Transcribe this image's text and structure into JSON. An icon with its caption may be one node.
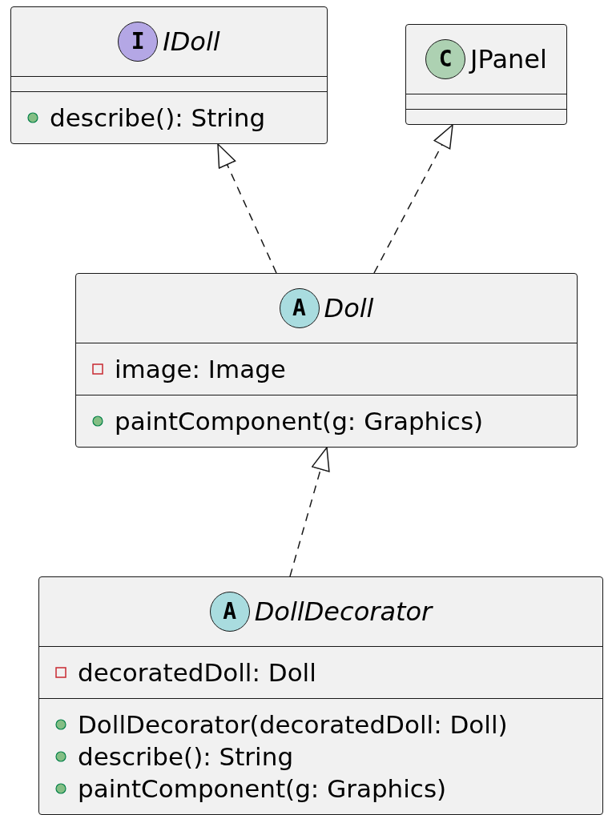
{
  "diagram": {
    "nodes": [
      {
        "text": [
          "I",
          "IDoll",
          "describe(): String"
        ]
      },
      {
        "text": [
          "C",
          "JPanel"
        ]
      },
      {
        "text": [
          "A",
          "Doll",
          "image: Image",
          "paintComponent(g: Graphics)"
        ]
      },
      {
        "text": [
          "A",
          "DollDecorator",
          "decoratedDoll: Doll",
          "DollDecorator(decoratedDoll: Doll)",
          "describe(): String",
          "paintComponent(g: Graphics)"
        ]
      }
    ],
    "edges": [
      {
        "from": 2,
        "to": 0,
        "arrow": "to",
        "style": "dashed"
      },
      {
        "from": 2,
        "to": 1,
        "arrow": "to",
        "style": "dashed"
      },
      {
        "from": 3,
        "to": 2,
        "arrow": "to",
        "style": "dashed"
      }
    ]
  }
}
